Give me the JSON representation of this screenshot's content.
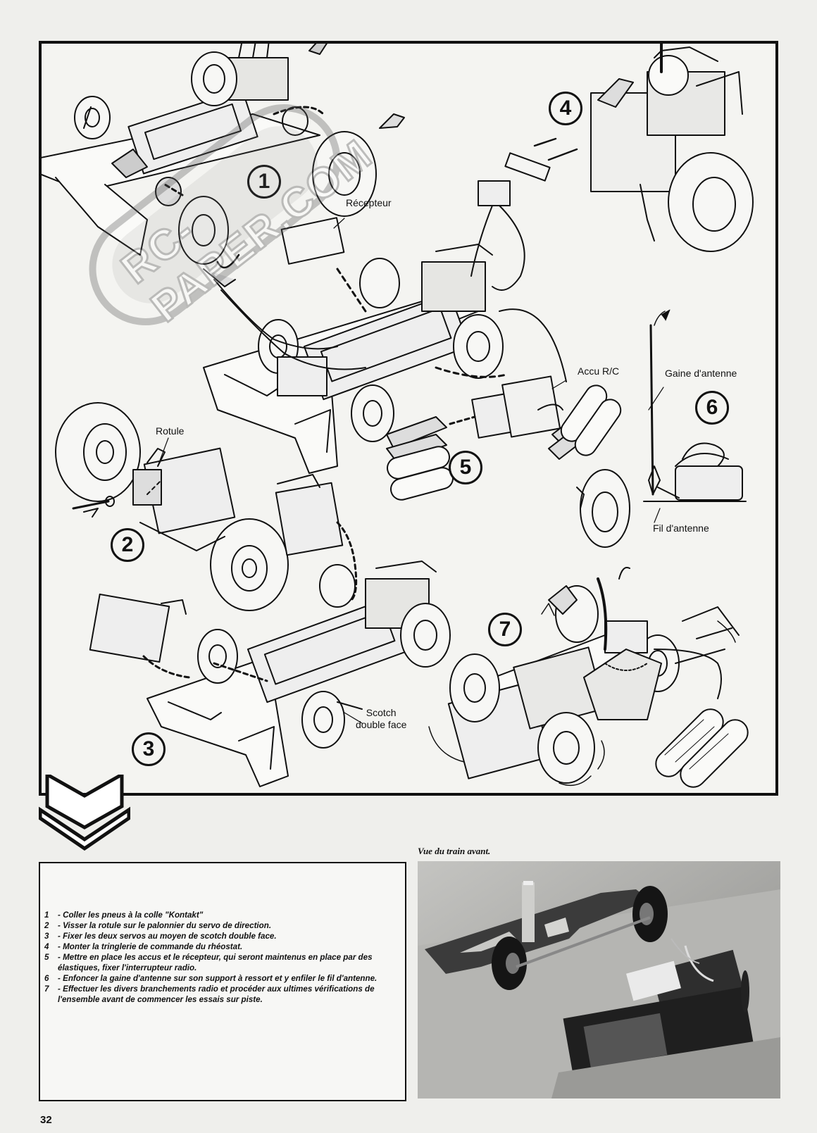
{
  "diagram": {
    "step_numbers": [
      "1",
      "2",
      "3",
      "4",
      "5",
      "6",
      "7"
    ],
    "labels": {
      "recepteur": "Récepteur",
      "accu": "Accu R/C",
      "gaine": "Gaine d'antenne",
      "fil": "Fil d'antenne",
      "rotule": "Rotule",
      "scotch": "Scotch\ndouble face"
    }
  },
  "watermark": {
    "text": "RC-PAPER.COM"
  },
  "legend": {
    "items": [
      {
        "num": "1",
        "text": "Coller les pneus à la colle \"Kontakt\""
      },
      {
        "num": "2",
        "text": "Visser la rotule sur le palonnier du servo de direction."
      },
      {
        "num": "3",
        "text": "Fixer les deux servos au moyen de scotch double face."
      },
      {
        "num": "4",
        "text": "Monter la tringlerie de commande du rhéostat."
      },
      {
        "num": "5",
        "text": "Mettre en place les accus et le récepteur, qui seront maintenus en place par des élastiques, fixer l'interrupteur radio."
      },
      {
        "num": "6",
        "text": "Enfoncer la gaine d'antenne sur son support à ressort et y enfiler le fil d'antenne."
      },
      {
        "num": "7",
        "text": "Effectuer les divers branchements radio et procéder aux ultimes vérifications de l'ensemble avant de commencer les essais sur piste."
      }
    ]
  },
  "photo": {
    "caption": "Vue du train avant."
  },
  "page_number": "32"
}
